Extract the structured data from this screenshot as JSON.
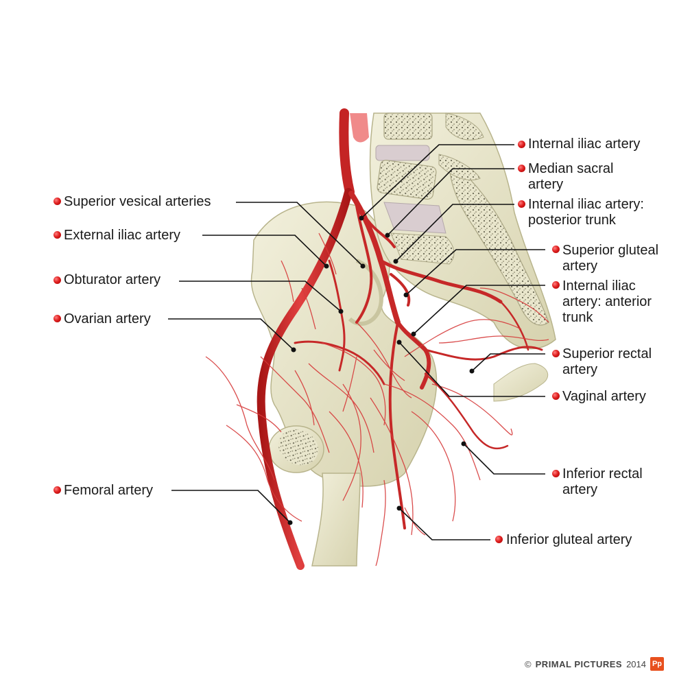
{
  "labels": {
    "internal_iliac": "Internal iliac artery",
    "median_sacral_1": "Median sacral",
    "median_sacral_2": "artery",
    "posterior_trunk_1": "Internal iliac artery:",
    "posterior_trunk_2": "posterior trunk",
    "superior_gluteal_1": "Superior gluteal",
    "superior_gluteal_2": "artery",
    "anterior_trunk_1": "Internal iliac",
    "anterior_trunk_2": "artery: anterior",
    "anterior_trunk_3": "trunk",
    "superior_rectal_1": "Superior rectal",
    "superior_rectal_2": "artery",
    "vaginal": "Vaginal artery",
    "inferior_rectal_1": "Inferior rectal",
    "inferior_rectal_2": "artery",
    "inferior_gluteal": "Inferior gluteal artery",
    "superior_vesical": "Superior vesical arteries",
    "external_iliac": "External iliac artery",
    "obturator": "Obturator artery",
    "ovarian": "Ovarian artery",
    "femoral": "Femoral artery"
  },
  "footer": {
    "copyright": "©",
    "brand": "PRIMAL PICTURES",
    "year": "2014",
    "logo": "Pp"
  },
  "colors": {
    "artery": "#d42a2a",
    "bone": "#e7e4c6",
    "bone_edge": "#b8b48c",
    "disc": "#d9cdd0",
    "leader": "#111111"
  }
}
